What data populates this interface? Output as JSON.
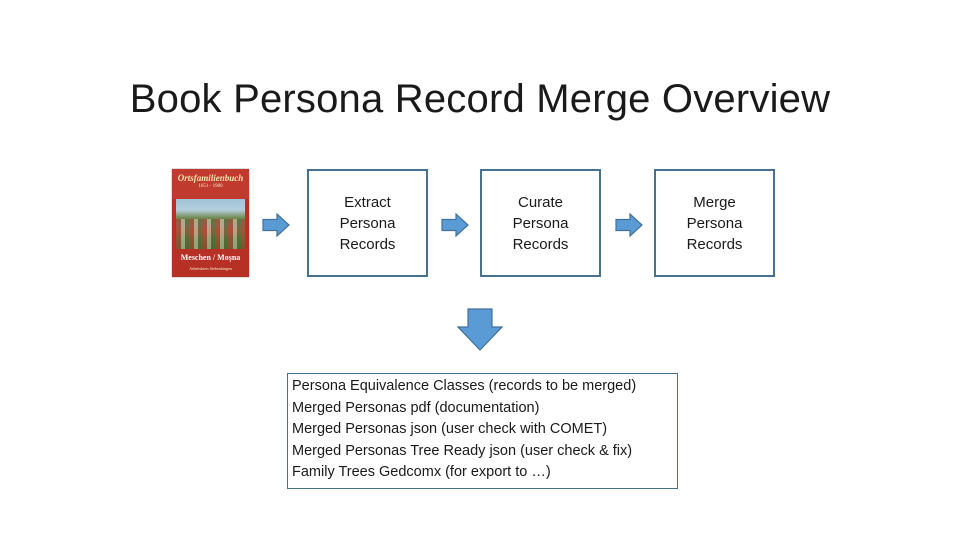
{
  "title": "Book Persona Record Merge Overview",
  "book_cover": {
    "heading": "Ortsfamilienbuch",
    "subtitle": "1651 - 1900",
    "place": "Meschen / Moșna",
    "publisher": "Arbeitskreis Siebenbürgen"
  },
  "steps": [
    {
      "label": "Extract\nPersona\nRecords"
    },
    {
      "label": "Curate\nPersona\nRecords"
    },
    {
      "label": "Merge\nPersona\nRecords"
    }
  ],
  "outputs": [
    "Persona Equivalence Classes (records to be merged)",
    "Merged Personas pdf (documentation)",
    "Merged Personas json (user check with COMET)",
    "Merged Personas Tree Ready json (user check & fix)",
    "Family Trees Gedcomx (for export to …)"
  ],
  "colors": {
    "arrow_fill": "#5b9bd5",
    "arrow_stroke": "#41719c",
    "box_border": "#46728f",
    "book_red": "#b63026"
  },
  "icons": {
    "flow_arrow": "right-arrow-icon",
    "down_arrow": "down-arrow-icon"
  }
}
